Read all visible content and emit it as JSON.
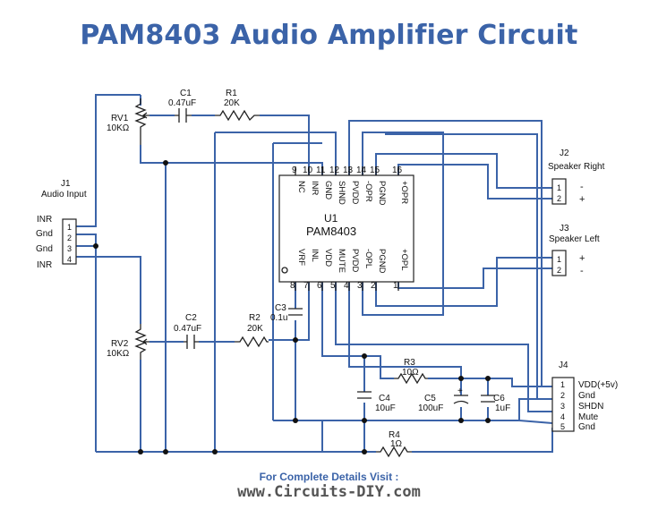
{
  "title": "PAM8403 Audio Amplifier Circuit",
  "footer": {
    "note": "For Complete Details Visit :",
    "url": "www.Circuits-DIY.com"
  },
  "colors": {
    "title": "#3b63a8",
    "wire": "#3b63a8",
    "component": "#222222",
    "url": "#555555"
  },
  "components": {
    "c1": {
      "ref": "C1",
      "value": "0.47uF"
    },
    "r1": {
      "ref": "R1",
      "value": "20K"
    },
    "rv1": {
      "ref": "RV1",
      "value": "10KΩ"
    },
    "rv2": {
      "ref": "RV2",
      "value": "10KΩ"
    },
    "c2": {
      "ref": "C2",
      "value": "0.47uF"
    },
    "r2": {
      "ref": "R2",
      "value": "20K"
    },
    "c3": {
      "ref": "C3",
      "value": "0.1u"
    },
    "r3": {
      "ref": "R3",
      "value": "10Ω"
    },
    "c4": {
      "ref": "C4",
      "value": "10uF"
    },
    "c5": {
      "ref": "C5",
      "value": "100uF"
    },
    "c6": {
      "ref": "C6",
      "value": "1uF"
    },
    "r4": {
      "ref": "R4",
      "value": "1Ω"
    }
  },
  "ic": {
    "ref": "U1",
    "part": "PAM8403",
    "top_pins": [
      {
        "num": "9",
        "name": "NC"
      },
      {
        "num": "10",
        "name": "INR"
      },
      {
        "num": "11",
        "name": "GND"
      },
      {
        "num": "12",
        "name": "SHND"
      },
      {
        "num": "13",
        "name": "PVDD"
      },
      {
        "num": "14",
        "name": "-OPR"
      },
      {
        "num": "15",
        "name": "PGND"
      },
      {
        "num": "16",
        "name": "+OPR"
      }
    ],
    "bottom_pins": [
      {
        "num": "8",
        "name": "VRF"
      },
      {
        "num": "7",
        "name": "INL"
      },
      {
        "num": "6",
        "name": "VDD"
      },
      {
        "num": "5",
        "name": "MUTE"
      },
      {
        "num": "4",
        "name": "PVDD"
      },
      {
        "num": "3",
        "name": "-OPL"
      },
      {
        "num": "2",
        "name": "PGND"
      },
      {
        "num": "1",
        "name": "+OPL"
      }
    ]
  },
  "j1": {
    "ref": "J1",
    "name": "Audio Input",
    "pins": [
      {
        "num": "1",
        "label": "INR"
      },
      {
        "num": "2",
        "label": "Gnd"
      },
      {
        "num": "3",
        "label": "Gnd"
      },
      {
        "num": "4",
        "label": "INR"
      }
    ]
  },
  "j2": {
    "ref": "J2",
    "name": "Speaker Right",
    "pins": [
      {
        "num": "1",
        "sign": "-"
      },
      {
        "num": "2",
        "sign": "+"
      }
    ]
  },
  "j3": {
    "ref": "J3",
    "name": "Speaker Left",
    "pins": [
      {
        "num": "1",
        "sign": "+"
      },
      {
        "num": "2",
        "sign": "-"
      }
    ]
  },
  "j4": {
    "ref": "J4",
    "pins": [
      {
        "num": "1",
        "label": "VDD(+5v)"
      },
      {
        "num": "2",
        "label": "Gnd"
      },
      {
        "num": "3",
        "label": "SHDN"
      },
      {
        "num": "4",
        "label": "Mute"
      },
      {
        "num": "5",
        "label": "Gnd"
      }
    ]
  }
}
